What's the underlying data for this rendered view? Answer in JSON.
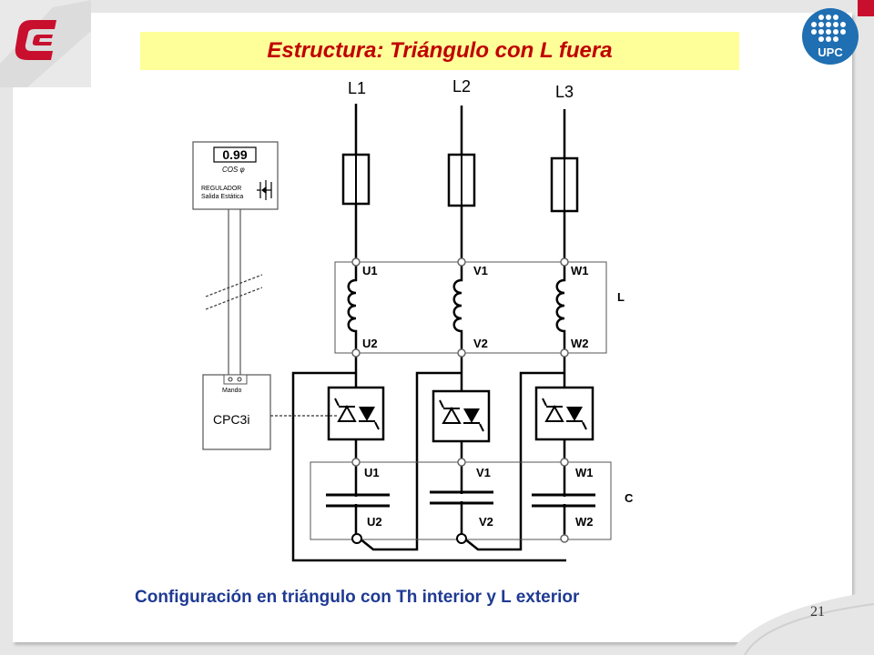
{
  "slide": {
    "title": "Estructura: Triángulo con L fuera",
    "caption": "Configuración en triángulo con Th interior y L exterior",
    "page_number": "21",
    "university_logo_text": "UPC",
    "accent_color": "#c00000",
    "title_bg_color": "#ffff99",
    "caption_color": "#1f3a93"
  },
  "diagram": {
    "phases": [
      "L1",
      "L2",
      "L3"
    ],
    "regulator": {
      "display": "0.99",
      "cos_label": "COS φ",
      "line1": "REGULADOR",
      "line2": "Salida Estática"
    },
    "controller": {
      "mando": "Mando",
      "name": "CPC3i"
    },
    "inductor_block": {
      "label": "L",
      "top": [
        "U1",
        "V1",
        "W1"
      ],
      "bottom": [
        "U2",
        "V2",
        "W2"
      ]
    },
    "capacitor_block": {
      "label": "C",
      "top": [
        "U1",
        "V1",
        "W1"
      ],
      "bottom": [
        "U2",
        "V2",
        "W2"
      ]
    }
  }
}
